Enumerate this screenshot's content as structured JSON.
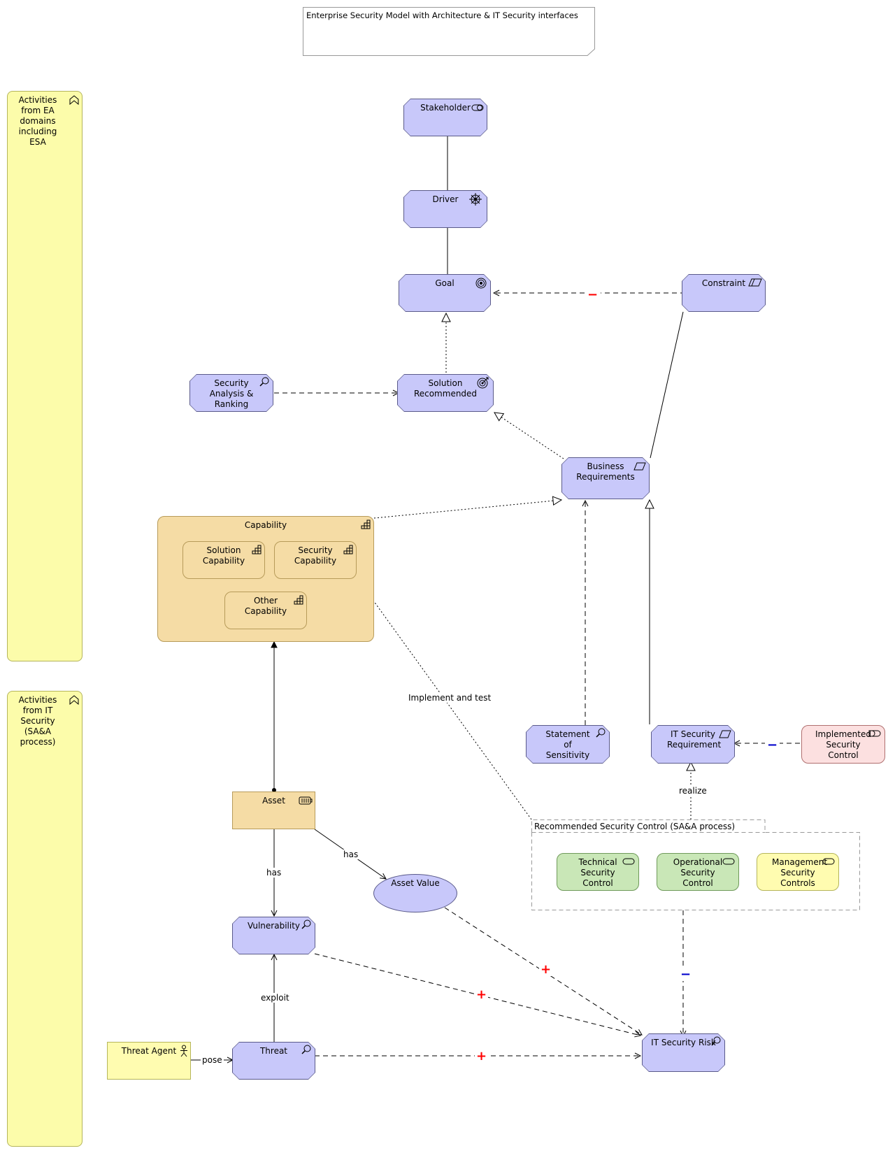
{
  "title": "Enterprise Security Model with Architecture & IT Security interfaces",
  "groupings": {
    "ea": "Activities from EA domains including ESA",
    "it": "Activities from IT Security (SA&A process)"
  },
  "nodes": {
    "stakeholder": "Stakeholder",
    "driver": "Driver",
    "goal": "Goal",
    "constraint": "Constraint",
    "security_analysis": "Security Analysis & Ranking",
    "solution_recommended": "Solution Recommended",
    "business_requirements": "Business Requirements",
    "capability": "Capability",
    "solution_capability": "Solution Capability",
    "security_capability": "Security Capability",
    "other_capability": "Other Capability",
    "statement_of_sensitivity": "Statement of Sensitivity",
    "it_security_requirement": "IT Security Requirement",
    "implemented_security_control": "Implemented Security Control",
    "asset": "Asset",
    "asset_value": "Asset Value",
    "vulnerability": "Vulnerability",
    "threat": "Threat",
    "threat_agent": "Threat Agent",
    "it_security_risk": "IT Security Risk",
    "recommended_control_group": "Recommended Security Control (SA&A process)",
    "technical_control": "Technical Security Control",
    "operational_control": "Operational Security Control",
    "management_controls": "Management Security Controls"
  },
  "relationship_labels": {
    "implement_and_test": "Implement and test",
    "realize": "realize",
    "has_vulnerability": "has",
    "has_value": "has",
    "exploit": "exploit",
    "pose": "pose"
  },
  "influence_signs": {
    "constraint_goal": "−",
    "implemented_it_req": "−",
    "controls_risk": "−",
    "asset_value_risk": "+",
    "vulnerability_risk": "+",
    "threat_risk": "+"
  },
  "colors": {
    "motivation": "#c8c8fa",
    "strategy": "#f5dca5",
    "grouping": "#fcfcaa",
    "technical": "#c9e7b7",
    "operational": "#c9e7b7",
    "management": "#fffcb0",
    "implemented": "#fce0e0",
    "plus": "#ff0000",
    "minus_red": "#ff0000",
    "minus_blue": "#0000cc"
  },
  "icons": {
    "stakeholder": "stakeholder-icon",
    "driver": "driver-icon",
    "goal": "goal-icon",
    "constraint": "constraint-icon",
    "assessment": "assessment-icon",
    "outcome": "outcome-icon",
    "requirement": "requirement-icon",
    "capability": "capability-icon",
    "resource": "resource-icon",
    "actor": "actor-icon",
    "service": "service-icon",
    "grouping": "grouping-icon"
  }
}
